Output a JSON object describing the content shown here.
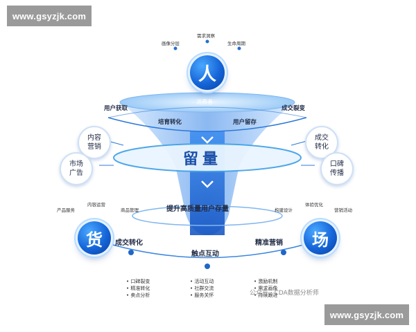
{
  "watermark": {
    "top": "www.gsyzjk.com",
    "bottom": "www.gsyzjk.com"
  },
  "diagram": {
    "top_circle": "人",
    "top_tags": [
      "需求洞察",
      "画像分层",
      "生命周期"
    ],
    "consumer": "消费者",
    "ring_labels": {
      "acquire": "用户获取",
      "cultivate": "培育转化",
      "retain": "用户留存",
      "deal_fission": "成交裂变"
    },
    "center": "留量",
    "upgrade": "提升高质量用户存量",
    "left_side": [
      "内容营销",
      "市场广告"
    ],
    "right_side": [
      "成交转化",
      "口碑传播"
    ],
    "goods_circle": "货",
    "goods_tags": [
      "产品服务",
      "内容运营",
      "商品管理"
    ],
    "field_circle": "场",
    "field_tags": [
      "构建设计",
      "体验优化",
      "营销活动"
    ],
    "bottom_stages": [
      "成交转化",
      "触点互动",
      "精准营销"
    ],
    "bottom_lists": [
      [
        "口碑裂变",
        "精准转化",
        "卖点分析"
      ],
      [
        "活动互动",
        "社群交流",
        "服务关怀"
      ],
      [
        "激励机制",
        "需求画像",
        "持续跟进"
      ]
    ],
    "source": "公众号 · CDA数据分析师"
  }
}
